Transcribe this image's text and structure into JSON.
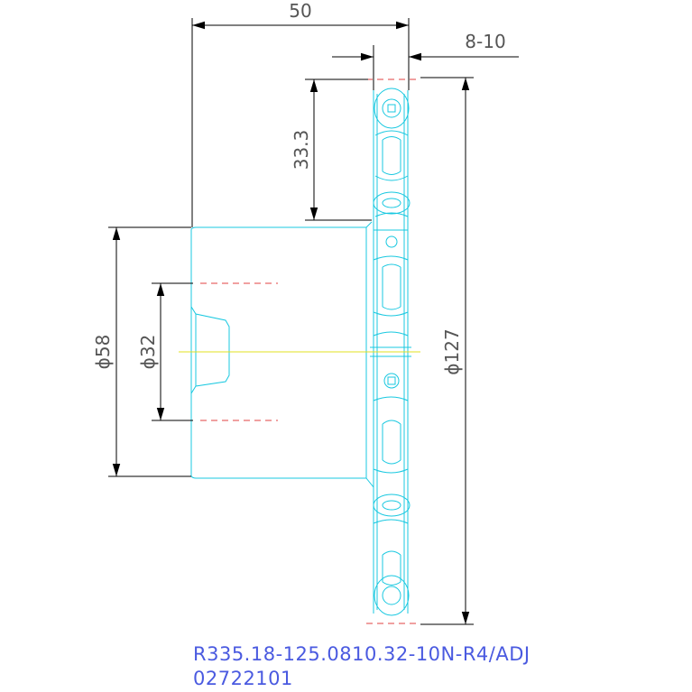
{
  "drawing": {
    "dimensions": {
      "width_overall": "50",
      "pin_offset": "8-10",
      "knuckle_pitch": "33.3",
      "diameter_58": "ϕ58",
      "diameter_32": "ϕ32",
      "diameter_127": "ϕ127"
    },
    "part_number": "R335.18-125.0810.32-10N-R4/ADJ",
    "article_number": "02722101"
  },
  "colors": {
    "outline": "#18c8e0",
    "dimension": "#000000",
    "centerline": "#e04040",
    "axis": "#e0e020",
    "caption": "#4a5ae0"
  }
}
